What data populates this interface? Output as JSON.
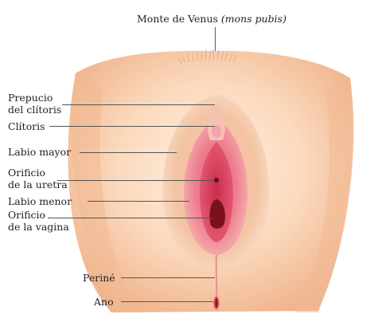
{
  "labels": {
    "monte": "Monte de Venus",
    "monte_latin": "(mons pubis)",
    "prepucio_1": "Prepucio",
    "prepucio_2": "del clítoris",
    "clitoris": "Clítoris",
    "labio_mayor": "Labio mayor",
    "orificio_uretra_1": "Orificio",
    "orificio_uretra_2": "de la uretra",
    "labio_menor": "Labio menor",
    "orificio_vagina_1": "Orificio",
    "orificio_vagina_2": "de la vagina",
    "perine": "Periné",
    "ano": "Ano"
  },
  "colors": {
    "skin_light": "#fbe2cc",
    "skin_mid": "#f4c49e",
    "skin_dark": "#e9a880",
    "labia_minora": "#ef8a95",
    "vestibule": "#e24a66",
    "opening": "#7a0f1e",
    "leader_line": "#555555"
  }
}
